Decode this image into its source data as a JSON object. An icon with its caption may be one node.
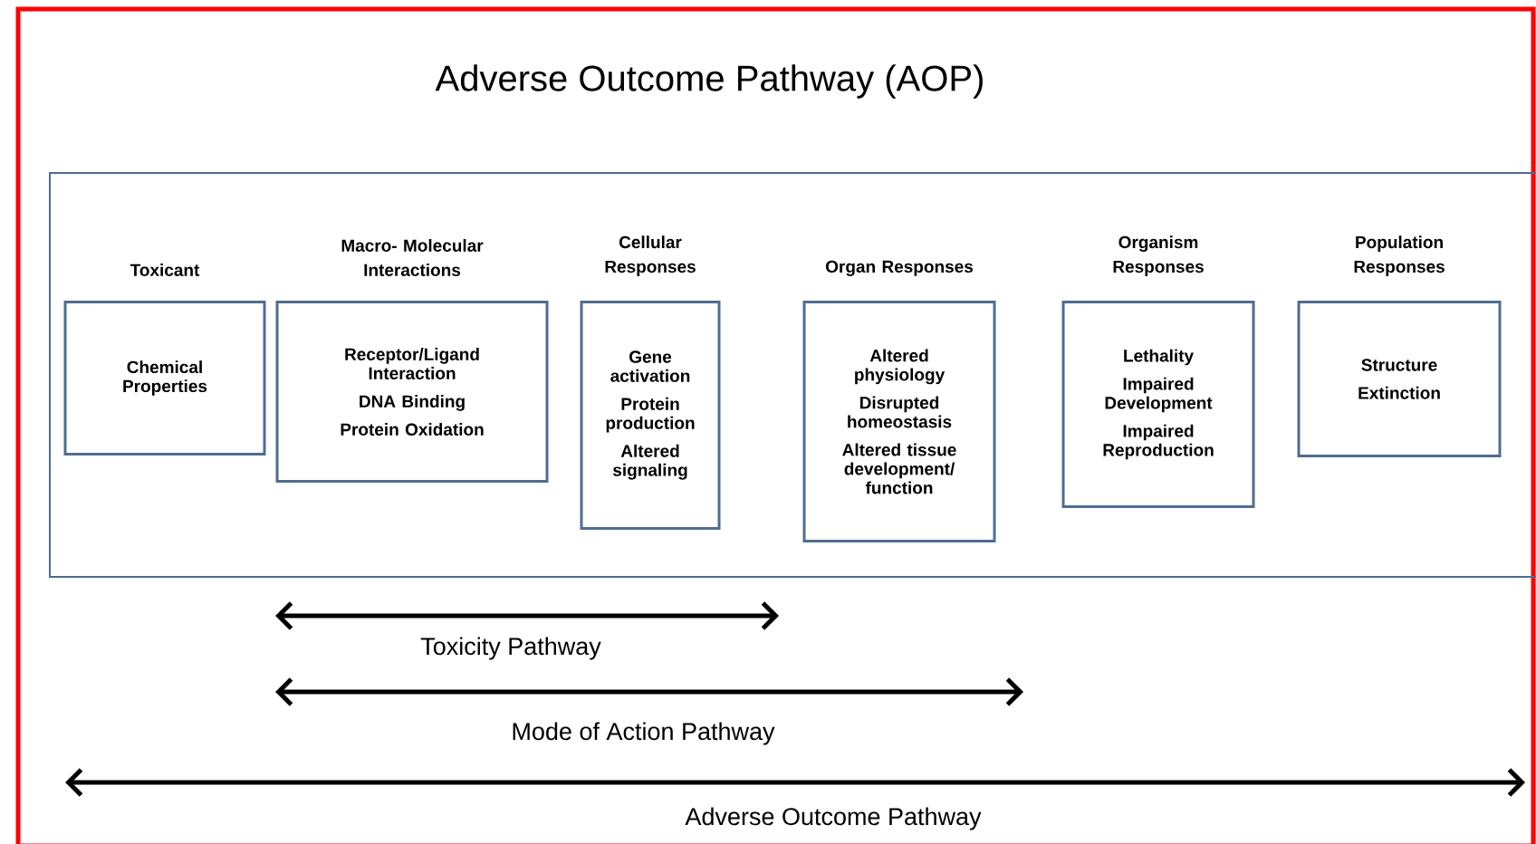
{
  "diagram": {
    "title": "Adverse Outcome Pathway (AOP)",
    "nodes": [
      {
        "text": [],
        "shape": "box"
      },
      {
        "text": [
          "Toxicant",
          "Chemical Properties"
        ],
        "in": 0
      },
      {
        "text": [
          "Macro- Molecular Interactions",
          "Receptor/Ligand Interaction",
          "DNA Binding",
          "Protein Oxidation"
        ],
        "in": 0
      },
      {
        "text": [
          "Cellular Responses",
          "Gene activation",
          "Protein production",
          "Altered signaling"
        ],
        "in": 0
      },
      {
        "text": [
          "Organ Responses",
          "Altered physiology",
          "Disrupted homeostasis",
          "Altered tissue development/ function"
        ],
        "in": 0
      },
      {
        "text": [
          "Organism Responses",
          "Lethality",
          "Impaired Development",
          "Impaired Reproduction"
        ],
        "in": 0
      },
      {
        "text": [
          "Population Responses",
          "Structure",
          "Extinction"
        ],
        "in": 0
      }
    ],
    "labels": [
      "Toxicity Pathway",
      "Mode of Action Pathway",
      "Adverse Outcome Pathway"
    ]
  }
}
